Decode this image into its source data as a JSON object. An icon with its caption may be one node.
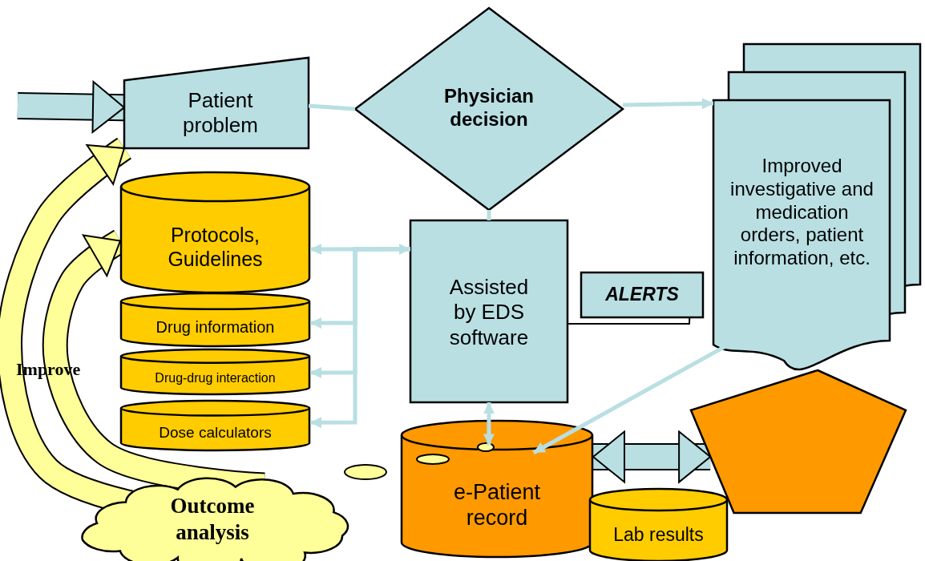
{
  "diagram": {
    "nodes": [
      {
        "text": [
          "Patient problem"
        ]
      },
      {
        "text": [
          "Physician decision"
        ]
      },
      {
        "text": [
          "Improved investigative and medication orders, patient information, etc."
        ]
      },
      {
        "text": [
          "Protocols, Guidelines"
        ]
      },
      {
        "text": [
          "Drug information"
        ]
      },
      {
        "text": [
          "Drug-drug interaction"
        ]
      },
      {
        "text": [
          "Dose calculators"
        ]
      },
      {
        "text": [
          "Assisted by EDS software"
        ]
      },
      {
        "text": [
          "ALERTS"
        ]
      },
      {
        "text": [
          "e-Patient record"
        ]
      },
      {
        "text": [],
        "shape": "pentagon"
      },
      {
        "text": [
          "Lab results"
        ]
      },
      {
        "text": [
          "Outcome analysis"
        ]
      }
    ],
    "edges": [
      {
        "from": null,
        "to": 0,
        "arrow": "to",
        "style": "thick"
      },
      {
        "from": 0,
        "to": 1,
        "arrow": "none"
      },
      {
        "from": 1,
        "to": 2,
        "arrow": "to"
      },
      {
        "from": 1,
        "to": 7,
        "arrow": "none"
      },
      {
        "from": 7,
        "to": 3,
        "arrow": "both"
      },
      {
        "from": 7,
        "to": 4,
        "arrow": "to"
      },
      {
        "from": 7,
        "to": 5,
        "arrow": "to"
      },
      {
        "from": 7,
        "to": 6,
        "arrow": "to"
      },
      {
        "from": 7,
        "to": 9,
        "arrow": "both"
      },
      {
        "from": 2,
        "to": 9,
        "arrow": "to"
      },
      {
        "from": 9,
        "to": 10,
        "arrow": "both",
        "style": "thick"
      },
      {
        "from": 7,
        "to": 8,
        "arrow": "none",
        "color": "#000000"
      },
      {
        "from": 12,
        "to": 0,
        "arrow": "to",
        "style": "thick",
        "color": "#ffff99"
      },
      {
        "from": 12,
        "to": 3,
        "arrow": "to",
        "style": "thick",
        "color": "#ffff99"
      }
    ],
    "labels": [
      "Improve"
    ]
  }
}
